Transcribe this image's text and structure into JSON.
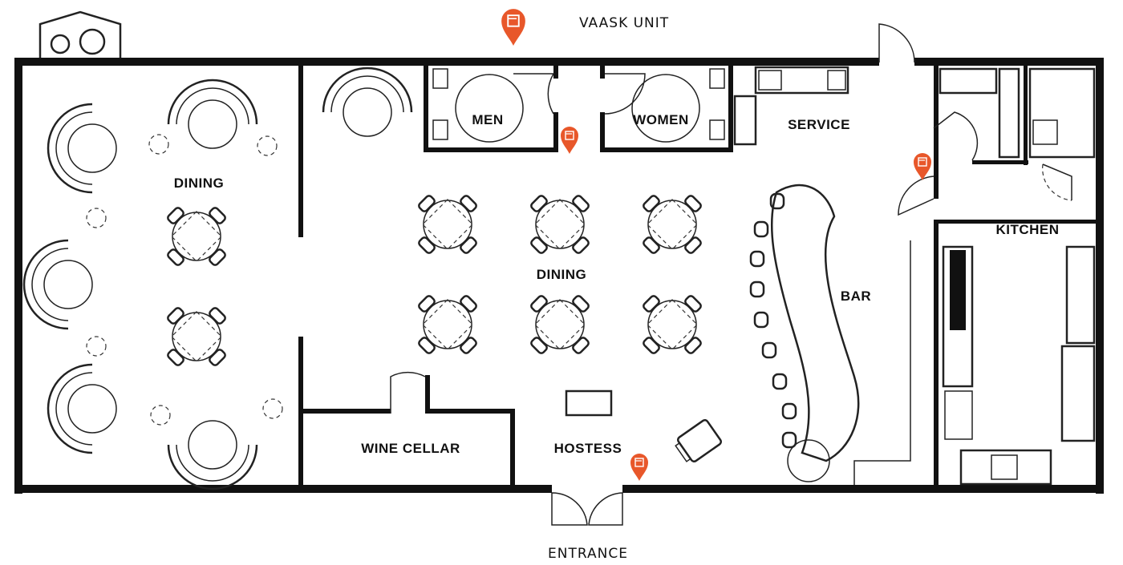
{
  "title": "Restaurant Floor Plan",
  "marker_color": "#e8572a",
  "labels": {
    "vaask_unit": "VAASK UNIT",
    "dining_left": "DINING",
    "dining_main": "DINING",
    "men": "MEN",
    "women": "WOMEN",
    "service": "SERVICE",
    "bar": "BAR",
    "kitchen": "KITCHEN",
    "wine_cellar": "WINE CELLAR",
    "hostess": "HOSTESS",
    "entrance": "ENTRANCE"
  },
  "markers": [
    {
      "name": "vaask-unit-legend-marker"
    },
    {
      "name": "restroom-vaask-marker"
    },
    {
      "name": "service-vaask-marker"
    },
    {
      "name": "hostess-vaask-marker"
    }
  ]
}
